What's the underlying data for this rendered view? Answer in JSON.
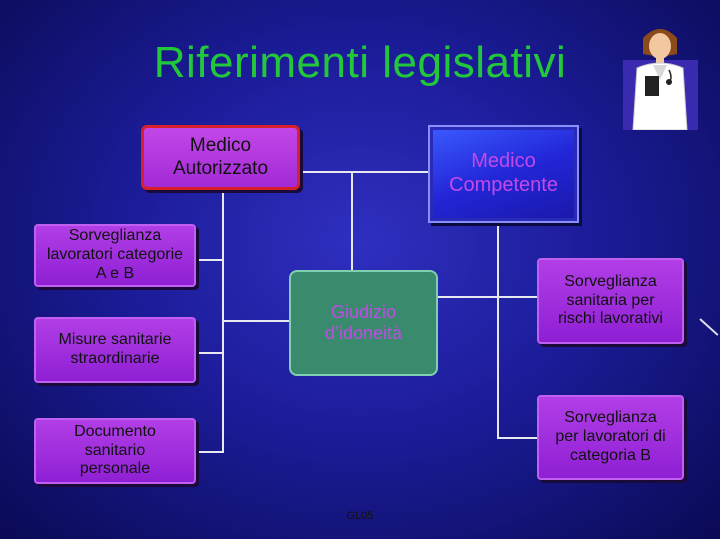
{
  "title": "Riferimenti legislativi",
  "nodes": {
    "medico_autorizzato": "Medico Autorizzato",
    "medico_competente": "Medico Competente",
    "sorveglianza_ab": "Sorveglianza lavoratori categorie A e B",
    "misure": "Misure sanitarie straordinarie",
    "documento": "Documento sanitario personale",
    "giudizio": "Giudizio d’idoneità",
    "rischi": "Sorveglianza sanitaria per rischi lavorativi",
    "categoria_b": "Sorveglianza per lavoratori di categoria B"
  },
  "footer": "GL05",
  "icon": "doctor-clipart-icon"
}
